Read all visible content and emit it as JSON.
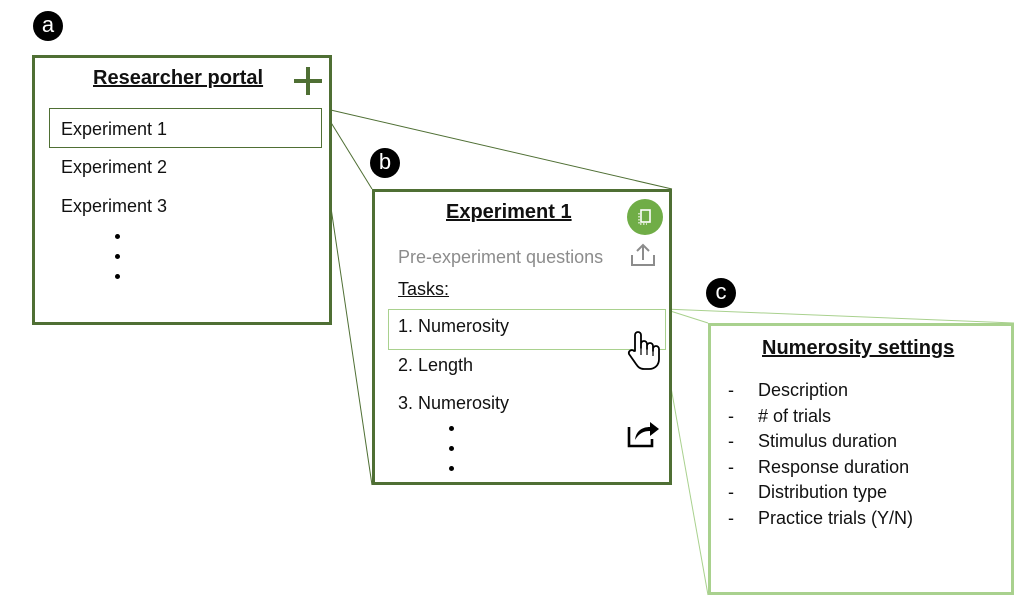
{
  "badges": {
    "a": "a",
    "b": "b",
    "c": "c"
  },
  "researcher_portal": {
    "title": "Researcher portal",
    "experiments": [
      "Experiment  1",
      "Experiment  2",
      "Experiment  3"
    ]
  },
  "experiment_panel": {
    "title": "Experiment 1",
    "pre_questions": "Pre-experiment  questions",
    "tasks_label": "Tasks:",
    "tasks": [
      "1. Numerosity",
      "2. Length",
      "3. Numerosity"
    ]
  },
  "settings_panel": {
    "title": "Numerosity settings",
    "dash": "-",
    "items": [
      "Description",
      "# of trials",
      "Stimulus duration",
      "Response  duration",
      "Distribution type",
      "Practice trials (Y/N)"
    ]
  },
  "icons": {
    "add": "plus-icon",
    "copy": "copy-icon",
    "upload": "upload-icon",
    "pointer": "hand-pointer-icon",
    "share": "share-icon"
  },
  "colors": {
    "dark_green": "#4f6f34",
    "mid_green": "#70ad47",
    "light_green": "#a9d18e",
    "grey_text": "#8c8c8c"
  }
}
